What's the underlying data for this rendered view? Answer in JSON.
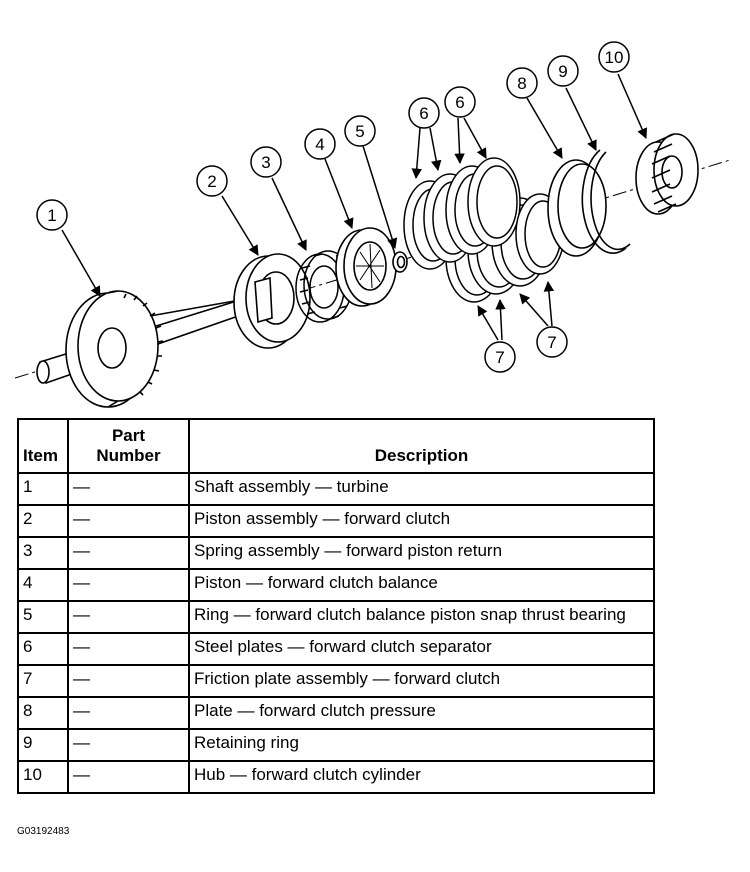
{
  "diagram": {
    "callouts": [
      "1",
      "2",
      "3",
      "4",
      "5",
      "6",
      "6",
      "8",
      "9",
      "10",
      "7",
      "7"
    ]
  },
  "table": {
    "headers": {
      "item": "Item",
      "part_line1": "Part",
      "part_line2": "Number",
      "description": "Description"
    },
    "rows": [
      {
        "item": "1",
        "part": "—",
        "description": "Shaft assembly — turbine"
      },
      {
        "item": "2",
        "part": "—",
        "description": "Piston assembly — forward clutch"
      },
      {
        "item": "3",
        "part": "—",
        "description": "Spring assembly — forward piston return"
      },
      {
        "item": "4",
        "part": "—",
        "description": "Piston — forward clutch balance"
      },
      {
        "item": "5",
        "part": "—",
        "description": "Ring — forward clutch balance piston snap thrust bearing"
      },
      {
        "item": "6",
        "part": "—",
        "description": "Steel plates — forward clutch separator"
      },
      {
        "item": "7",
        "part": "—",
        "description": "Friction plate assembly — forward clutch"
      },
      {
        "item": "8",
        "part": "—",
        "description": "Plate — forward clutch pressure"
      },
      {
        "item": "9",
        "part": "—",
        "description": "Retaining ring"
      },
      {
        "item": "10",
        "part": "—",
        "description": "Hub — forward clutch cylinder"
      }
    ]
  },
  "figure_code": "G03192483"
}
